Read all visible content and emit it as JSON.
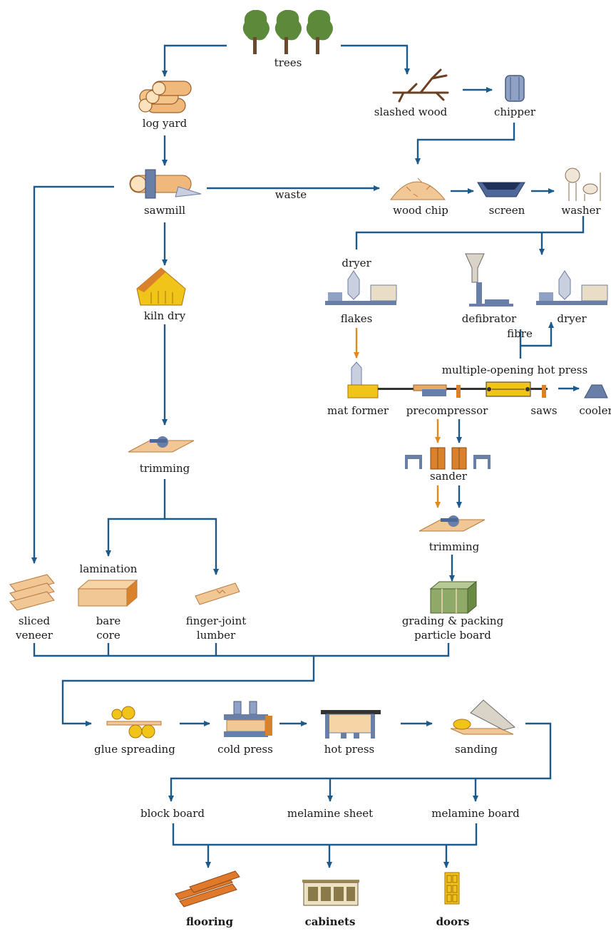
{
  "nodes": {
    "trees": "trees",
    "log_yard": "log yard",
    "slashed_wood": "slashed wood",
    "chipper": "chipper",
    "sawmill": "sawmill",
    "waste": "waste",
    "wood_chip": "wood chip",
    "screen": "screen",
    "washer": "washer",
    "kiln_dry": "kiln dry",
    "dryer_left": "dryer",
    "flakes": "flakes",
    "defibrator": "defibrator",
    "dryer_right": "dryer",
    "fibre": "fibre",
    "hot_press_multi": "multiple-opening hot press",
    "mat_former": "mat former",
    "precompressor": "precompressor",
    "saws": "saws",
    "cooler": "cooler",
    "sander": "sander",
    "trimming_left": "trimming",
    "trimming_right": "trimming",
    "lamination": "lamination",
    "sliced_veneer_1": "sliced",
    "sliced_veneer_2": "veneer",
    "bare_core_1": "bare",
    "bare_core_2": "core",
    "finger_joint_1": "finger-joint",
    "finger_joint_2": "lumber",
    "grading_1": "grading & packing",
    "grading_2": "particle board",
    "glue_spreading": "glue spreading",
    "cold_press": "cold press",
    "hot_press": "hot press",
    "sanding": "sanding",
    "block_board": "block board",
    "melamine_sheet": "melamine sheet",
    "melamine_board": "melamine board",
    "flooring": "flooring",
    "cabinets": "cabinets",
    "doors": "doors"
  },
  "colors": {
    "flow_arrow": "#1b5a8a",
    "alt_arrow": "#e08a1e",
    "tree": "#5d8a3a",
    "wood": "#e8a868",
    "machine": "#6a7fa8",
    "yellow": "#f0c419"
  }
}
